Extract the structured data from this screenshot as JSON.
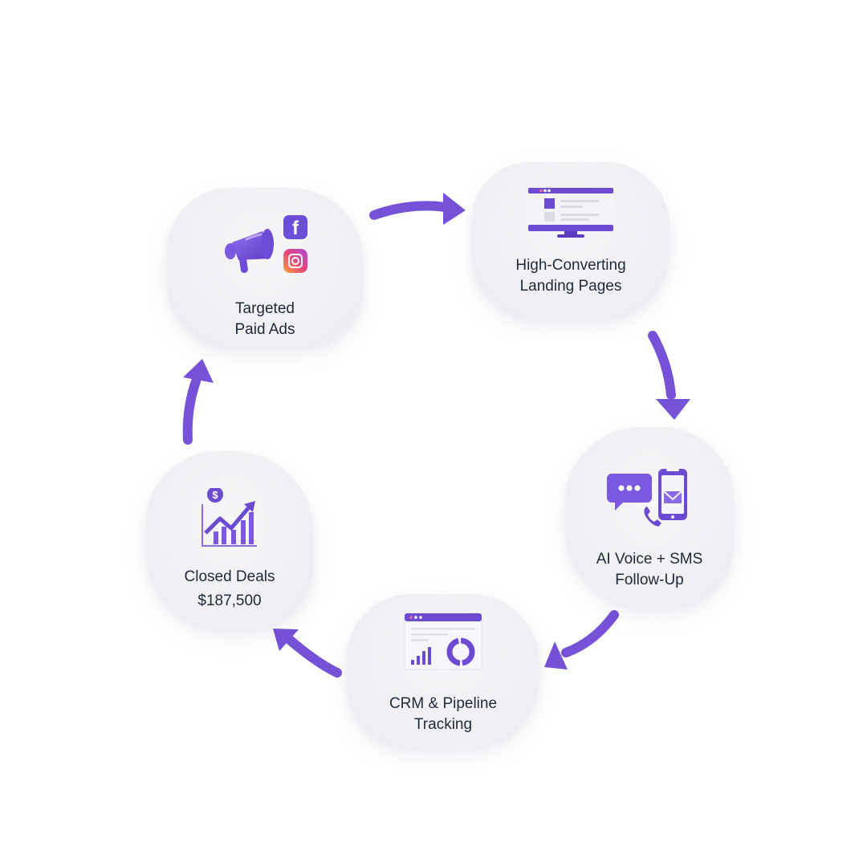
{
  "diagram": {
    "type": "cycle",
    "accent_color": "#7652d8",
    "text_color": "#1f2937",
    "steps": [
      {
        "id": "ads",
        "icon": "megaphone-icon",
        "extra_icons": [
          "facebook-icon",
          "instagram-icon"
        ],
        "lines": [
          "Targeted",
          "Paid Ads"
        ]
      },
      {
        "id": "landing",
        "icon": "monitor-icon",
        "lines": [
          "High-Converting",
          "Landing Pages"
        ]
      },
      {
        "id": "voice",
        "icon": "chat-phone-icon",
        "lines": [
          "AI Voice + SMS",
          "Follow-Up"
        ]
      },
      {
        "id": "crm",
        "icon": "dashboard-icon",
        "lines": [
          "CRM & Pipeline",
          "Tracking"
        ]
      },
      {
        "id": "deals",
        "icon": "growth-chart-icon",
        "lines": [
          "Closed Deals",
          "$187,500"
        ]
      }
    ],
    "flow": [
      {
        "from": "ads",
        "to": "landing"
      },
      {
        "from": "landing",
        "to": "voice"
      },
      {
        "from": "voice",
        "to": "crm"
      },
      {
        "from": "crm",
        "to": "deals"
      },
      {
        "from": "deals",
        "to": "ads"
      }
    ]
  }
}
